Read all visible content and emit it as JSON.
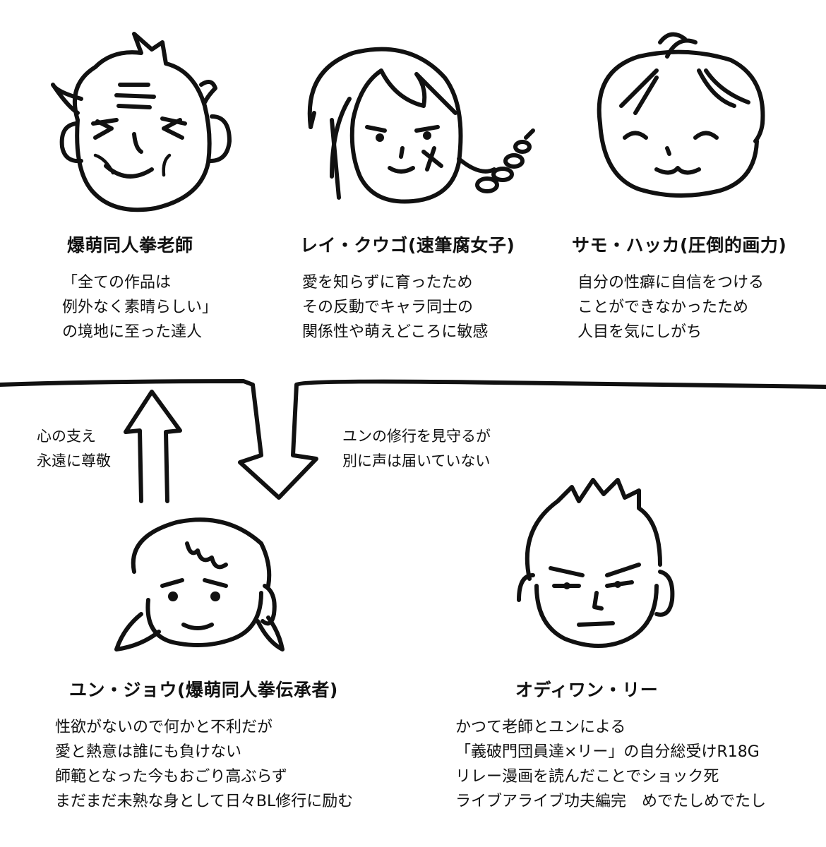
{
  "characters": [
    {
      "name": "爆萌同人拳老師",
      "lines": [
        "「全ての作品は",
        "例外なく素晴らしい」",
        "の境地に至った達人"
      ]
    },
    {
      "name": "レイ・クウゴ(速筆腐女子)",
      "lines": [
        "愛を知らずに育ったため",
        "その反動でキャラ同士の",
        "関係性や萌えどころに敏感"
      ]
    },
    {
      "name": "サモ・ハッカ(圧倒的画力)",
      "lines": [
        "自分の性癖に自信をつける",
        "ことができなかったため",
        "人目を気にしがち"
      ]
    },
    {
      "name": "ユン・ジョウ(爆萌同人拳伝承者)",
      "lines": [
        "性欲がないので何かと不利だが",
        "愛と熱意は誰にも負けない",
        "師範となった今もおごり高ぶらず",
        "まだまだ未熟な身として日々BL修行に励む"
      ]
    },
    {
      "name": "オディワン・リー",
      "lines": [
        "かつて老師とユンによる",
        "「義破門団員達×リー」の自分総受けR18G",
        "リレー漫画を読んだことでショック死",
        "ライブアライブ功夫編完　めでたしめでたし"
      ]
    }
  ],
  "arrows": {
    "up_label": [
      "心の支え",
      "永遠に尊敬"
    ],
    "down_label": [
      "ユンの修行を見守るが",
      "別に声は届いていない"
    ]
  }
}
